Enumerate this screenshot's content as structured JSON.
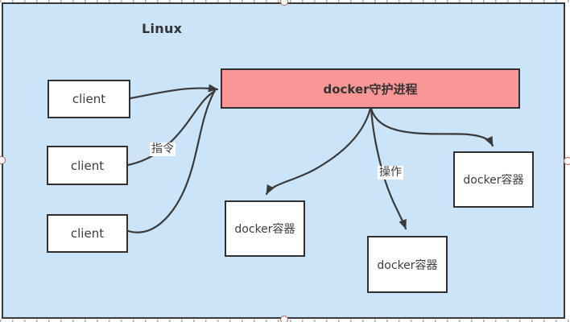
{
  "title": "Linux",
  "nodes": {
    "daemon": {
      "label": "docker守护进程"
    },
    "clients": [
      {
        "label": "client"
      },
      {
        "label": "client"
      },
      {
        "label": "client"
      }
    ],
    "containers": [
      {
        "label": "docker容器"
      },
      {
        "label": "docker容器"
      },
      {
        "label": "docker容器"
      }
    ]
  },
  "edge_labels": {
    "command": "指令",
    "operation": "操作"
  },
  "colors": {
    "canvas_fill": "#CCE4F8",
    "canvas_stroke": "#3A3A3A",
    "node_fill": "#FFFFFF",
    "daemon_fill": "#FA9696",
    "node_stroke": "#303030",
    "arrow": "#3A3A3A",
    "text": "#333333",
    "selection_handle": "#C0605C"
  }
}
